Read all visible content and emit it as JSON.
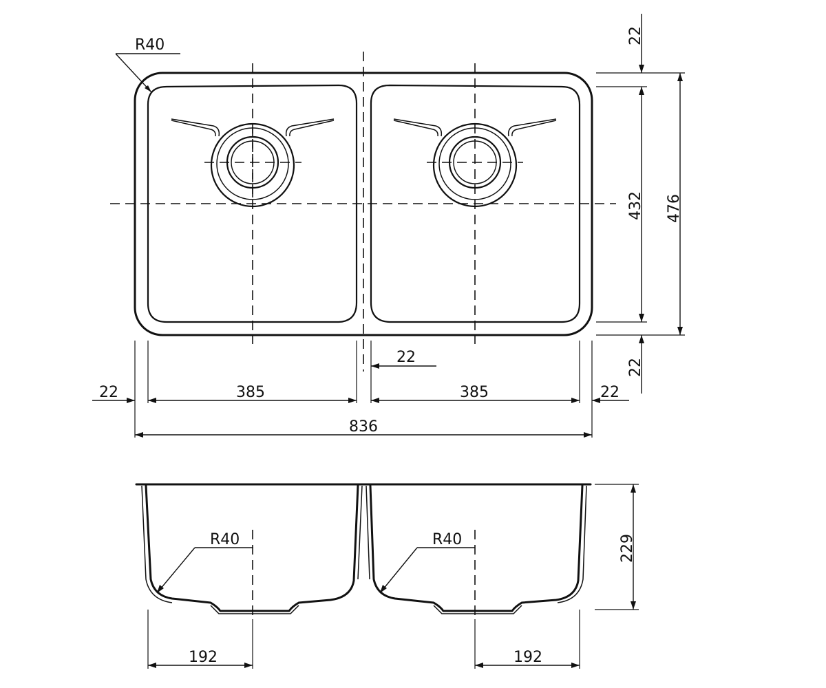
{
  "labels": {
    "top_radius": "R40",
    "side_height_top": "22",
    "inner_height": "432",
    "overall_height": "476",
    "side_height_bottom": "22",
    "divider_width": "22",
    "left_margin": "22",
    "left_bowl_width": "385",
    "right_bowl_width": "385",
    "right_margin": "22",
    "overall_width": "836",
    "left_bowl_radius": "R40",
    "right_bowl_radius": "R40",
    "depth": "229",
    "left_drain_offset": "192",
    "right_drain_offset": "192"
  },
  "colors": {
    "line": "#111111",
    "background": "#ffffff"
  }
}
